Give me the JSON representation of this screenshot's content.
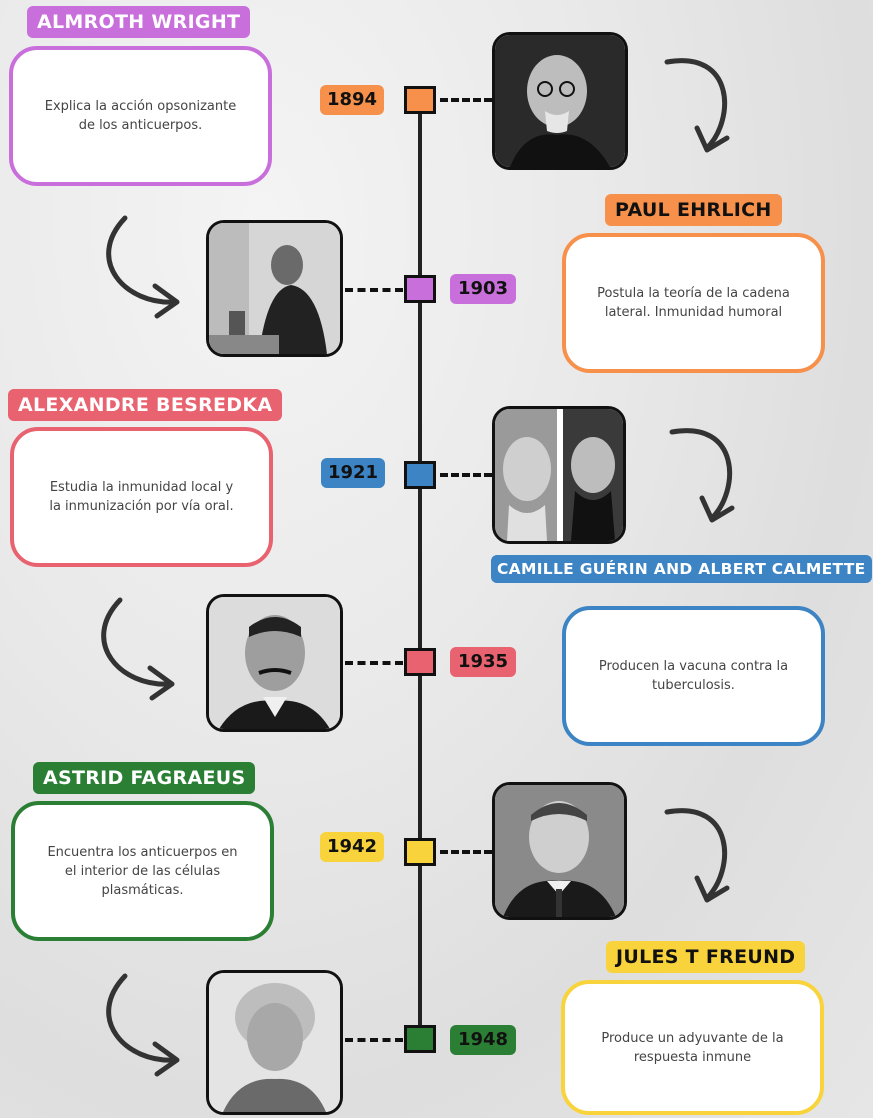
{
  "colors": {
    "purple": "#c86fdc",
    "orange": "#f7904a",
    "pink": "#e8626f",
    "blue": "#3c84c4",
    "green": "#2a7f35",
    "yellow": "#f9d33c",
    "line": "#111111"
  },
  "events": [
    {
      "year": "1894",
      "color": "orange"
    },
    {
      "year": "1903",
      "color": "purple"
    },
    {
      "year": "1921",
      "color": "blue"
    },
    {
      "year": "1935",
      "color": "pink"
    },
    {
      "year": "1942",
      "color": "yellow"
    },
    {
      "year": "1948",
      "color": "green"
    }
  ],
  "scientists": [
    {
      "name": "ALMROTH WRIGHT",
      "text": "Explica la acción opsonizante de los anticuerpos.",
      "color": "purple"
    },
    {
      "name": "PAUL EHRLICH",
      "text": "Postula la teoría de la cadena lateral. Inmunidad humoral",
      "color": "orange"
    },
    {
      "name": "ALEXANDRE BESREDKA",
      "text": "Estudia la inmunidad local y la inmunización por vía oral.",
      "color": "pink"
    },
    {
      "name": "CAMILLE GUÉRIN AND ALBERT CALMETTE",
      "text": "Producen la vacuna contra la tuberculosis.",
      "color": "blue"
    },
    {
      "name": "ASTRID FAGRAEUS",
      "text": "Encuentra los anticuerpos en el interior de las células plasmáticas.",
      "color": "green"
    },
    {
      "name": "JULES T FREUND",
      "text": "Produce un adyuvante de la respuesta inmune",
      "color": "yellow"
    }
  ],
  "icons": [
    "curved-arrow-icon",
    "portrait-icon"
  ]
}
